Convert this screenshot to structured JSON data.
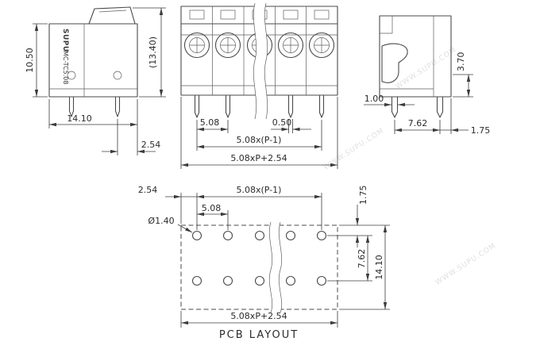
{
  "drawing": {
    "brand": "SUPU",
    "model": "MC-TC5.08",
    "caption": "PCB LAYOUT",
    "watermark": "WWW.SUPU.COM",
    "colors": {
      "line": "#4a4a4a",
      "dimension": "#3c3c3c",
      "background": "#ffffff",
      "watermark": "#e0e0e0"
    },
    "side_view": {
      "height": "10.50",
      "width": "14.10",
      "pin_to_edge": "2.54",
      "total_height": "(13.40)"
    },
    "front_view": {
      "pitch": "5.08",
      "pin_width": "0.50",
      "pitch_span": "5.08x(P-1)",
      "overall_width": "5.08xP+2.54"
    },
    "end_view": {
      "pin_thickness": "1.00",
      "row_spacing": "7.62",
      "pin_to_edge": "1.75",
      "base_height": "3.70"
    },
    "pcb_layout": {
      "edge_offset": "2.54",
      "pitch_span": "5.08x(P-1)",
      "pitch": "5.08",
      "hole_diameter": "Ø1.40",
      "top_offset": "1.75",
      "row_spacing": "7.62",
      "depth": "14.10",
      "overall_width": "5.08xP+2.54"
    }
  }
}
